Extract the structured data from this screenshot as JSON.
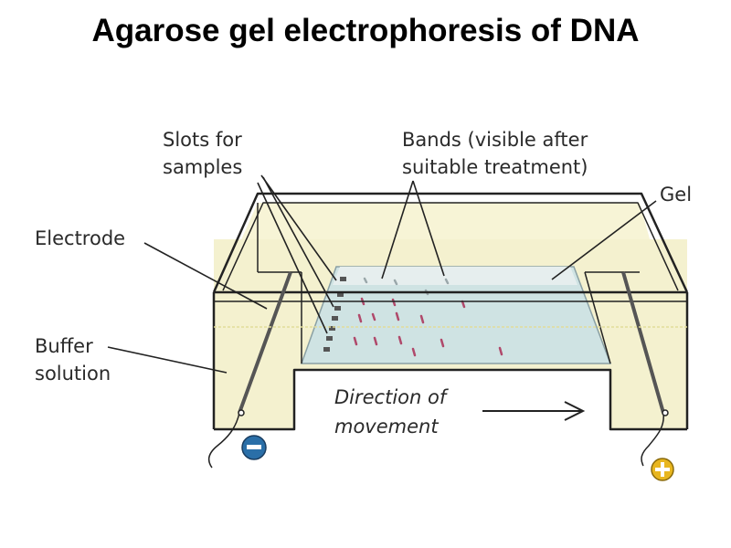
{
  "title": "Agarose gel electrophoresis of DNA",
  "labels": {
    "slots_line1": "Slots for",
    "slots_line2": "samples",
    "bands_line1": "Bands (visible after",
    "bands_line2": "suitable treatment)",
    "gel": "Gel",
    "electrode": "Electrode",
    "buffer_line1": "Buffer",
    "buffer_line2": "solution",
    "direction_line1": "Direction of",
    "direction_line2": "movement"
  },
  "terminals": {
    "negative": "−",
    "positive": "+"
  },
  "colors": {
    "buffer": "#f4f1cf",
    "gel": "#cfe3e3",
    "band": "#b0496b",
    "negative_terminal": "#2a6fa8",
    "positive_terminal": "#e8b61f"
  },
  "icons": {
    "negative": "minus-terminal-icon",
    "positive": "plus-terminal-icon",
    "arrow": "right-arrow-icon"
  }
}
